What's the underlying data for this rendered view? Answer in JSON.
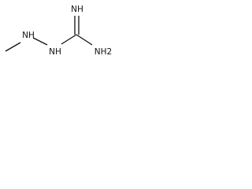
{
  "molecule": {
    "atoms": {
      "imine_label": "NH",
      "hydrazine_n1_label": "NH",
      "hydrazine_n2_label": "NH",
      "amine_label": "NH2"
    },
    "bonds": [
      {
        "from": "methyl",
        "to": "hydrazine_n1",
        "order": 1
      },
      {
        "from": "hydrazine_n1",
        "to": "hydrazine_n2",
        "order": 1
      },
      {
        "from": "hydrazine_n2",
        "to": "carbon",
        "order": 1
      },
      {
        "from": "carbon",
        "to": "imine",
        "order": 2
      },
      {
        "from": "carbon",
        "to": "amine",
        "order": 1
      }
    ]
  },
  "colors": {
    "ink": "#111111",
    "background": "#ffffff"
  }
}
